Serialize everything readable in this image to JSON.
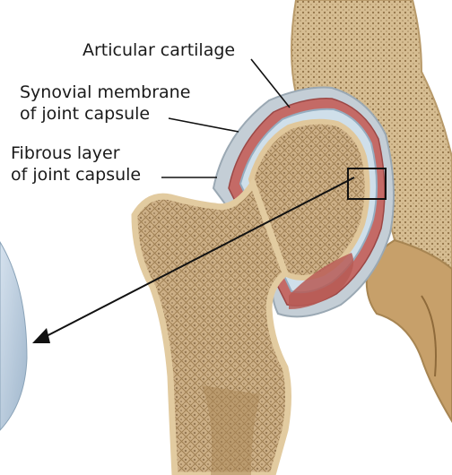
{
  "labels": {
    "articular_cartilage": "Articular cartilage",
    "synovial_membrane": [
      "Synovial membrane",
      "of joint capsule"
    ],
    "fibrous_layer": [
      "Fibrous layer",
      "of joint capsule"
    ]
  },
  "colors": {
    "bone_tan": "#c9a97a",
    "bone_light": "#e8d5b0",
    "cortex": "#d9c08f",
    "cartilage_blue": "#c9dbe8",
    "capsule_red": "#c0595a",
    "capsule_grey": "#b8c3cc",
    "leader_line": "#111111"
  }
}
